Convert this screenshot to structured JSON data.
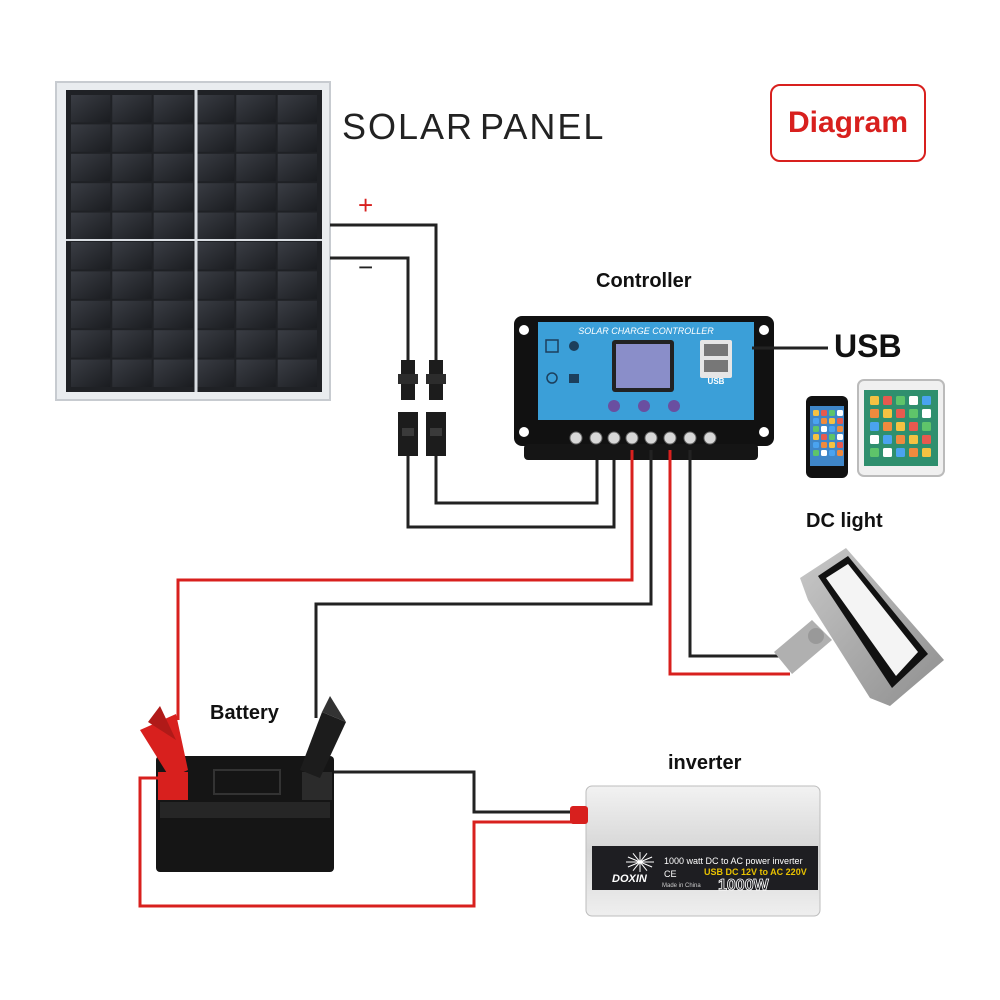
{
  "badge": "Diagram",
  "title_word1": "SOLAR",
  "title_word2": "PANEL",
  "plus_sign": "+",
  "minus_sign": "−",
  "labels": {
    "controller": "Controller",
    "usb": "USB",
    "dc_light": "DC light",
    "battery": "Battery",
    "inverter": "inverter"
  },
  "controller_panel": {
    "header": "SOLAR CHARGE CONTROLLER",
    "usb_badge": "USB"
  },
  "inverter_panel": {
    "brand": "DOXIN",
    "ce": "CE",
    "line1": "1000 watt DC to AC power inverter",
    "line2": "USB DC 12V to AC 220V",
    "made_in": "Made in China",
    "watt": "1000W"
  },
  "colors": {
    "accent_red": "#d8201e",
    "wire_dark": "#222222",
    "controller_blue": "#3b9fd8"
  }
}
